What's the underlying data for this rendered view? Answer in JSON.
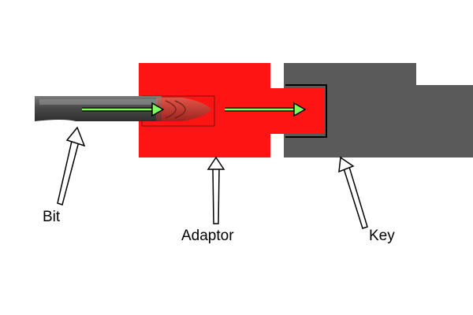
{
  "labels": {
    "bit": "Bit",
    "adaptor": "Adaptor",
    "key": "Key"
  },
  "colors": {
    "background": "#ffffff",
    "adaptor": "#ff1414",
    "key": "#5a5a5a",
    "bit": "#4a4a4a",
    "flow_arrow": "#7cff5a",
    "callout_arrow_fill": "#ffffff",
    "callout_arrow_stroke": "#000000"
  }
}
